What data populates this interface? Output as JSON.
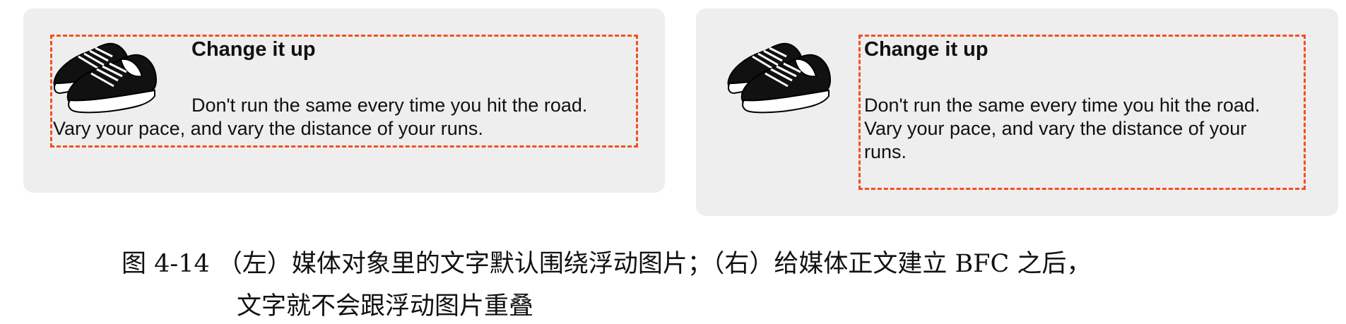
{
  "left_example": {
    "title": "Change it up",
    "body_line1": "Don't run the same every time you hit the road.",
    "body_line2": "Vary your pace, and vary the distance of your runs."
  },
  "right_example": {
    "title": "Change it up",
    "body_line1": "Don't run the same every time you hit the road.",
    "body_line2": "Vary your pace, and vary the distance of your",
    "body_line3": "runs."
  },
  "caption": {
    "line1": "图 4-14 （左）媒体对象里的文字默认围绕浮动图片；（右）给媒体正文建立 BFC 之后，",
    "line2": "文字就不会跟浮动图片重叠"
  },
  "colors": {
    "panel_bg": "#eeeeee",
    "dash": "#f25022",
    "text": "#111111"
  },
  "icons": [
    "sneaker-icon"
  ]
}
